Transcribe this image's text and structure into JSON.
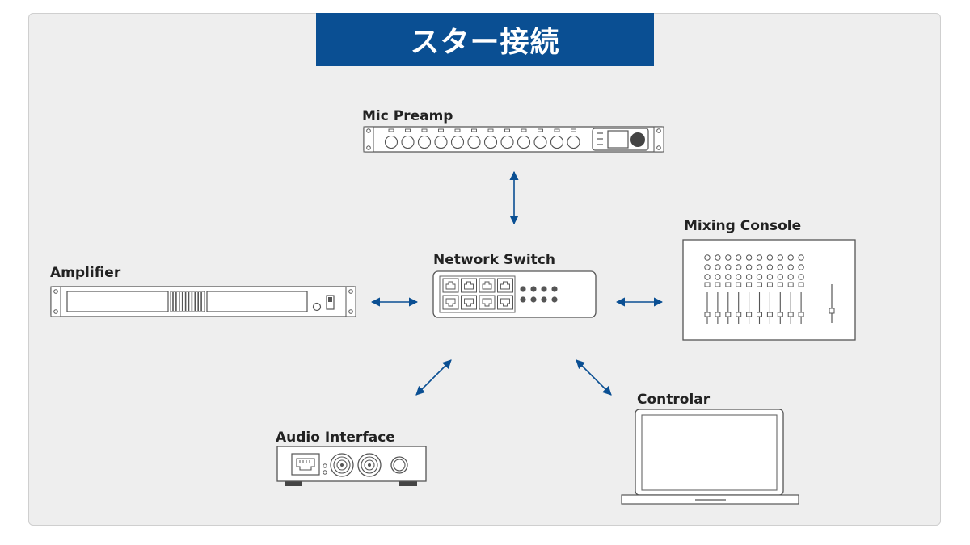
{
  "title": "スター接続",
  "colors": {
    "banner": "#0a4f93",
    "arrow": "#0a4f93",
    "background": "#eeeeee",
    "device_stroke": "#555555"
  },
  "devices": {
    "mic_preamp": {
      "label": "Mic Preamp"
    },
    "network_switch": {
      "label": "Network Switch"
    },
    "amplifier": {
      "label": "Amplifier"
    },
    "mixing_console": {
      "label": "Mixing Console"
    },
    "audio_interface": {
      "label": "Audio Interface"
    },
    "controller": {
      "label": "Controlar"
    }
  },
  "connections": [
    {
      "from": "network_switch",
      "to": "mic_preamp",
      "type": "bidirectional"
    },
    {
      "from": "network_switch",
      "to": "amplifier",
      "type": "bidirectional"
    },
    {
      "from": "network_switch",
      "to": "mixing_console",
      "type": "bidirectional"
    },
    {
      "from": "network_switch",
      "to": "audio_interface",
      "type": "bidirectional"
    },
    {
      "from": "network_switch",
      "to": "controller",
      "type": "bidirectional"
    }
  ]
}
